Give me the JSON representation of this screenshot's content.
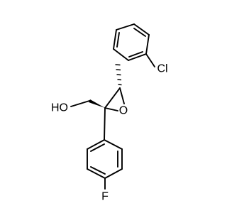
{
  "diagram": {
    "type": "chemical-structure",
    "labels": {
      "hydroxyl": "HO",
      "epoxide_oxygen": "O",
      "chlorine": "Cl",
      "fluorine": "F"
    },
    "colors": {
      "bond": "#000000",
      "label": "#000000",
      "background": "#ffffff"
    }
  }
}
